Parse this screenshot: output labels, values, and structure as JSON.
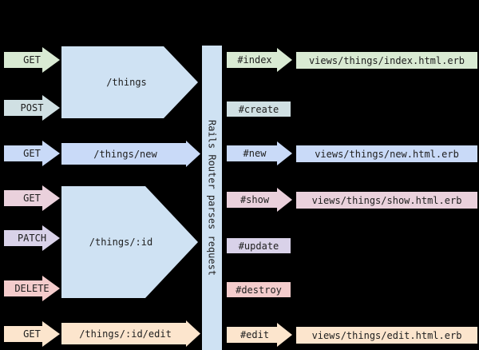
{
  "router": {
    "label": "Rails Router parses request",
    "color": "#cfe2f3"
  },
  "paths": [
    {
      "label": "/things",
      "color": "#cfe2f3"
    },
    {
      "label": "/things/new",
      "color": "#c9daf8"
    },
    {
      "label": "/things/:id",
      "color": "#cfe2f3"
    },
    {
      "label": "/things/:id/edit",
      "color": "#fce5cd"
    }
  ],
  "rows": [
    {
      "verb": "GET",
      "action": "#index",
      "view": "views/things/index.html.erb",
      "color": "#d9ead3"
    },
    {
      "verb": "POST",
      "action": "#create",
      "color": "#d0e0e3"
    },
    {
      "verb": "GET",
      "action": "#new",
      "view": "views/things/new.html.erb",
      "color": "#c9daf8"
    },
    {
      "verb": "GET",
      "action": "#show",
      "view": "views/things/show.html.erb",
      "color": "#ead1dc"
    },
    {
      "verb": "PATCH",
      "action": "#update",
      "color": "#d9d2e9"
    },
    {
      "verb": "DELETE",
      "action": "#destroy",
      "color": "#f4cccc"
    },
    {
      "verb": "GET",
      "action": "#edit",
      "view": "views/things/edit.html.erb",
      "color": "#fce5cd"
    }
  ],
  "text_color": "#202020",
  "background_color": "#000000"
}
